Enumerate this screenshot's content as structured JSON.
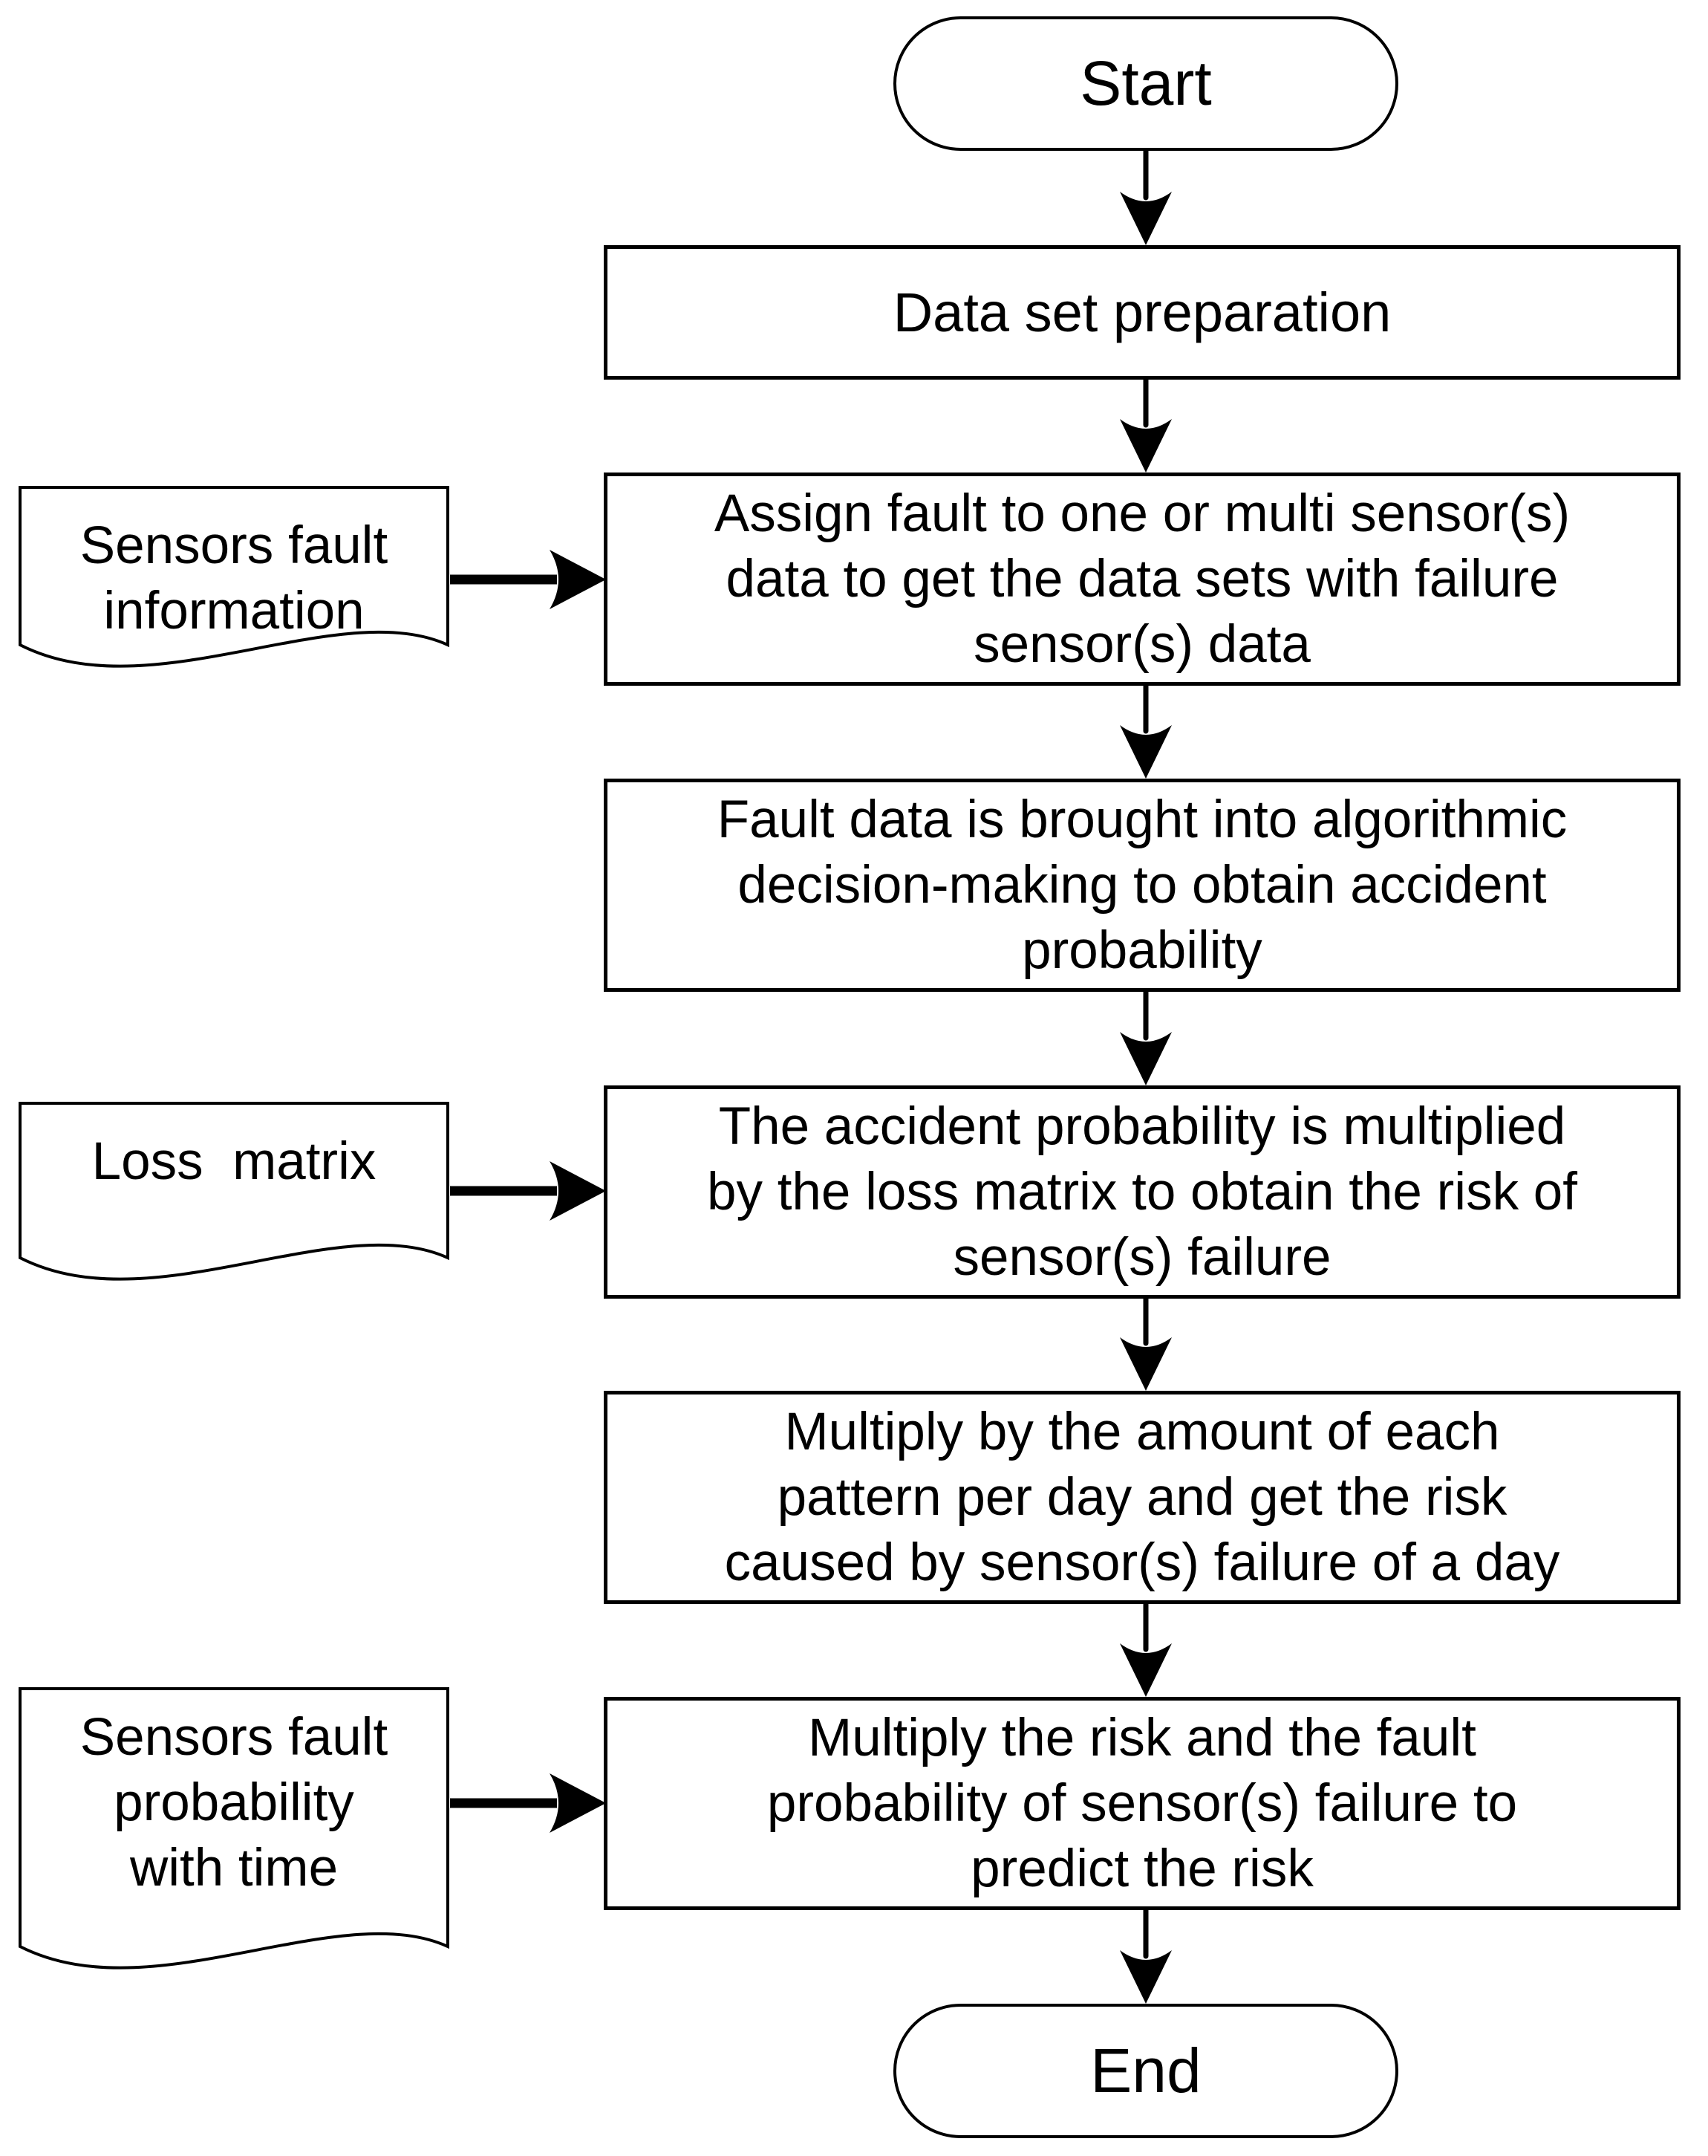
{
  "flowchart": {
    "colors": {
      "background": "#ffffff",
      "stroke": "#000000",
      "text": "#000000"
    },
    "start": {
      "label": "Start"
    },
    "end": {
      "label": "End"
    },
    "steps": {
      "data_set_preparation": {
        "label": "Data set preparation"
      },
      "assign_fault": {
        "lines": [
          "Assign fault to one or multi sensor(s)",
          "data to get the data sets with failure",
          "sensor(s) data"
        ]
      },
      "algorithmic_decision": {
        "lines": [
          "Fault data is brought into algorithmic",
          "decision-making to obtain accident",
          "probability"
        ]
      },
      "loss_multiplication": {
        "lines": [
          "The accident probability is multiplied",
          "by the loss matrix to obtain the risk of",
          "sensor(s) failure"
        ]
      },
      "pattern_multiplication": {
        "lines": [
          "Multiply by the amount of each",
          "pattern per day and get the risk",
          "caused by sensor(s) failure of a day"
        ]
      },
      "risk_prediction": {
        "lines": [
          "Multiply the risk and the fault",
          "probability of sensor(s) failure to",
          "predict the risk"
        ]
      }
    },
    "documents": {
      "sensors_fault_information": {
        "label": "Sensors fault\ninformation"
      },
      "loss_matrix": {
        "label": "Loss  matrix"
      },
      "sensors_fault_probability": {
        "label": "Sensors fault\nprobability\nwith time"
      }
    },
    "edges": [
      {
        "from": "start",
        "to": "data_set_preparation"
      },
      {
        "from": "data_set_preparation",
        "to": "assign_fault"
      },
      {
        "from": "sensors_fault_information",
        "to": "assign_fault"
      },
      {
        "from": "assign_fault",
        "to": "algorithmic_decision"
      },
      {
        "from": "algorithmic_decision",
        "to": "loss_multiplication"
      },
      {
        "from": "loss_matrix",
        "to": "loss_multiplication"
      },
      {
        "from": "loss_multiplication",
        "to": "pattern_multiplication"
      },
      {
        "from": "pattern_multiplication",
        "to": "risk_prediction"
      },
      {
        "from": "sensors_fault_probability",
        "to": "risk_prediction"
      },
      {
        "from": "risk_prediction",
        "to": "end"
      }
    ]
  }
}
